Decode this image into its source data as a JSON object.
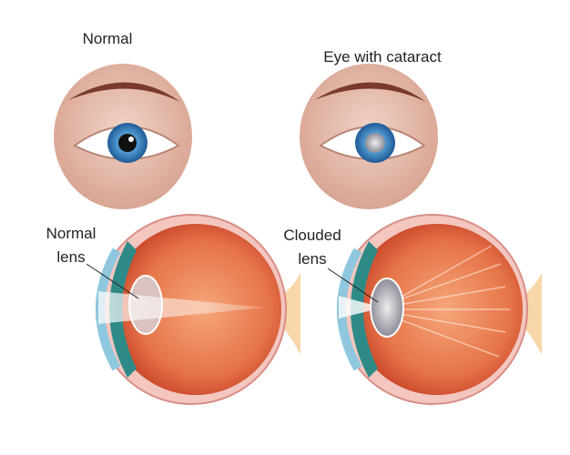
{
  "titles": {
    "normal": "Normal",
    "cataract": "Eye with cataract"
  },
  "labels": {
    "normal_lens": [
      "Normal",
      "lens"
    ],
    "clouded_lens": [
      "Clouded",
      "lens"
    ]
  },
  "colors": {
    "skin": "#e3b5a4",
    "iris": "#2f76b8",
    "retina": "#e0643c",
    "sclera": "#f3c7c0",
    "cloud": "#b9b9c2"
  }
}
